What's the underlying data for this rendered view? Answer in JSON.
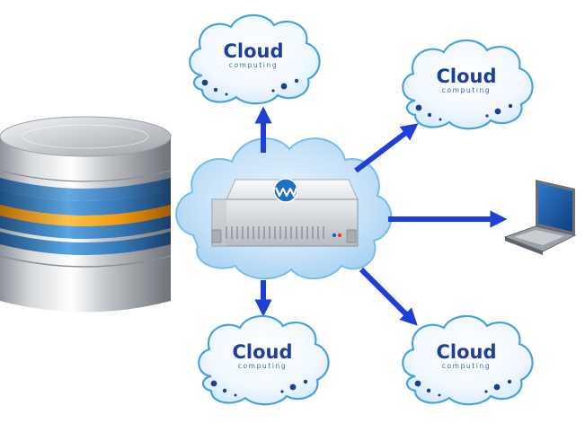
{
  "clouds": {
    "top_left": {
      "title": "Cloud",
      "subtitle": "computing"
    },
    "top_right": {
      "title": "Cloud",
      "subtitle": "computing"
    },
    "bottom_left": {
      "title": "Cloud",
      "subtitle": "computing"
    },
    "bottom_right": {
      "title": "Cloud",
      "subtitle": "computing"
    }
  },
  "colors": {
    "arrow": "#1f3fd8",
    "cloud_fill": "#eef7ff",
    "cloud_stroke": "#4aa5e0",
    "database_band_blue": "#3c86c8",
    "database_band_orange": "#f2a20b"
  },
  "icons": {
    "database": "database-icon",
    "server": "server-icon",
    "laptop": "laptop-icon",
    "server_logo": "wave-logo-icon"
  }
}
